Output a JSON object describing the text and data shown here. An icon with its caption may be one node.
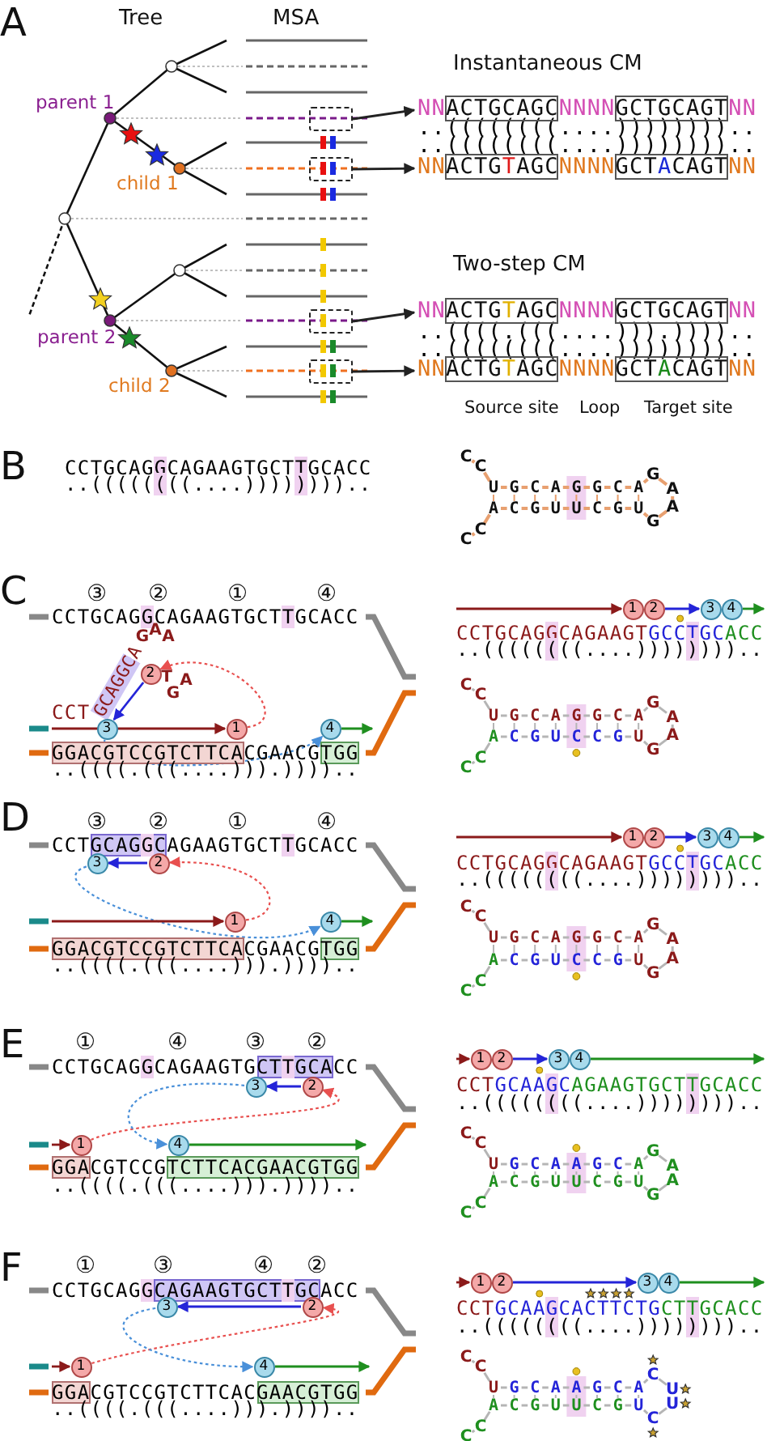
{
  "diagram": {
    "nodes": [
      {
        "text": [],
        "shape": "box"
      },
      {
        "text": [
          "NNACTGCAGCNNNNGCTGCAGTNN"
        ]
      },
      {
        "text": [],
        "shape": "box"
      },
      {
        "text": [
          "NNACTGTAGCNNNNGCTACAGTNN"
        ]
      },
      {
        "text": [],
        "shape": "box"
      },
      {
        "text": [
          "NNACTGTAGCNNNNGCTGCAGTNN"
        ]
      },
      {
        "text": [],
        "shape": "box"
      },
      {
        "text": [
          "NNACTGTAGCNNNNGCTACAGTNN"
        ]
      },
      {
        "text": [
          "2"
        ]
      },
      {
        "text": [
          "3"
        ]
      },
      {
        "text": [
          "1"
        ]
      },
      {
        "text": [
          "4"
        ]
      },
      {
        "text": [
          "1"
        ]
      },
      {
        "text": [
          "2"
        ]
      },
      {
        "text": [
          "3"
        ]
      },
      {
        "text": [
          "4"
        ]
      },
      {
        "text": [
          "3"
        ]
      },
      {
        "text": [
          "2"
        ]
      },
      {
        "text": [
          "1"
        ]
      },
      {
        "text": [
          "4"
        ]
      },
      {
        "text": [
          "1"
        ]
      },
      {
        "text": [
          "2"
        ]
      },
      {
        "text": [
          "3"
        ]
      },
      {
        "text": [
          "4"
        ]
      },
      {
        "text": [
          "3"
        ]
      },
      {
        "text": [
          "2"
        ]
      },
      {
        "text": [
          "1"
        ]
      },
      {
        "text": [
          "4"
        ]
      },
      {
        "text": [
          "1"
        ]
      },
      {
        "text": [
          "2"
        ]
      },
      {
        "text": [
          "3"
        ]
      },
      {
        "text": [
          "4"
        ]
      },
      {
        "text": [
          "3"
        ]
      },
      {
        "text": [
          "2"
        ]
      },
      {
        "text": [
          "1"
        ]
      },
      {
        "text": [
          "4"
        ]
      },
      {
        "text": [
          "1"
        ]
      },
      {
        "text": [
          "2"
        ]
      },
      {
        "text": [
          "3"
        ]
      },
      {
        "text": [
          "4"
        ]
      }
    ],
    "edges": [
      {
        "from": 0,
        "to": 1,
        "arrow": "to",
        "color": "#222222"
      },
      {
        "from": 2,
        "to": 3,
        "arrow": "to",
        "color": "#222222"
      },
      {
        "from": 4,
        "to": 5,
        "arrow": "to",
        "color": "#222222"
      },
      {
        "from": 6,
        "to": 7,
        "arrow": "to",
        "color": "#222222"
      },
      {
        "from": 10,
        "to": 8,
        "arrow": "to",
        "style": "dashed",
        "color": "#e8504f"
      },
      {
        "from": 9,
        "to": 11,
        "arrow": "to",
        "style": "dashed",
        "color": "#4a90d9"
      },
      {
        "from": 8,
        "to": 9,
        "arrow": "to",
        "color": "#2424d8"
      },
      {
        "from": 13,
        "to": 14,
        "arrow": "to",
        "color": "#2424d8"
      },
      {
        "from": 18,
        "to": 17,
        "arrow": "to",
        "style": "dashed",
        "color": "#e8504f"
      },
      {
        "from": 16,
        "to": 19,
        "arrow": "to",
        "style": "dashed",
        "color": "#4a90d9"
      },
      {
        "from": 17,
        "to": 16,
        "arrow": "to",
        "color": "#2424d8"
      },
      {
        "from": 21,
        "to": 22,
        "arrow": "to",
        "color": "#2424d8"
      },
      {
        "from": 26,
        "to": 25,
        "arrow": "to",
        "style": "dashed",
        "color": "#e8504f"
      },
      {
        "from": 24,
        "to": 27,
        "arrow": "to",
        "style": "dashed",
        "color": "#4a90d9"
      },
      {
        "from": 25,
        "to": 24,
        "arrow": "to",
        "color": "#2424d8"
      },
      {
        "from": 29,
        "to": 30,
        "arrow": "to",
        "color": "#2424d8"
      },
      {
        "from": 34,
        "to": 33,
        "arrow": "to",
        "style": "dashed",
        "color": "#e8504f"
      },
      {
        "from": 32,
        "to": 35,
        "arrow": "to",
        "style": "dashed",
        "color": "#4a90d9"
      },
      {
        "from": 33,
        "to": 32,
        "arrow": "to",
        "color": "#2424d8"
      },
      {
        "from": 37,
        "to": 38,
        "arrow": "to",
        "color": "#2424d8"
      }
    ],
    "labels": [
      "A",
      "Tree",
      "MSA",
      "Instantaneous CM",
      "parent 1",
      "..((((((((....))))))))..",
      "..((((((((....))))))))..",
      "child 1",
      "Two-step CM",
      "parent 2",
      "..((((.(((....))).))))..",
      "..((((((((....))))))))..",
      "child 2",
      "Source site",
      "Loop",
      "Target site",
      "B",
      "CCTGCAGGCAGAAGTGCTTGCACC",
      "..((((((((....))))))))..",
      "CC",
      "U G C A G G C A",
      "GAAG",
      "A C G U U C G U",
      "CC",
      "C",
      "③",
      "②",
      "①",
      "④",
      "CCTGCAGGCAGAAGTGCTTGCACC",
      "CCTGCAGGCAGAAGTGCCTGCACC",
      "..((((((((....))))))))..",
      "CCT",
      "GCAGGCA",
      "GAA",
      "TGA",
      "CC",
      "U G C A G G C A",
      "GAAG",
      "A C G U C C G U",
      "CC",
      "GGACGTCCGTCTTCACGAACGTGG",
      "..((((.(((....))).))))..",
      "D",
      "③",
      "②",
      "①",
      "④",
      "CCTGCAGGCAGAAGTGCTTGCACC",
      "CCTGCAGGCAGAAGTGCCTGCACC",
      "..((((((((....))))))))..",
      "CC",
      "U G C A G G C A",
      "GAAG",
      "A C G U C C G U",
      "CC",
      "GGACGTCCGTCTTCACGAACGTGG",
      "..((((.(((....))).))))..",
      "E",
      "①",
      "④",
      "③",
      "②",
      "CCTGCAGGCAGAAGTGCTTGCACC",
      "CCTGCAAGCAGAAGTGCTTGCACC",
      "..((((((((....))))))))..",
      "CC",
      "U G C A A G C A",
      "GAAG",
      "A C G U U C G U",
      "CC",
      "GGACGTCCGTCTTCACGAACGTGG",
      "..((((.(((....))).))))..",
      "F",
      "①",
      "③",
      "④",
      "②",
      "CCTGCAGGCAGAAGTGCTTGCACC",
      "CCTGCAAGCACTTCTGCTTGCACC",
      "..((((((((....))))))))..",
      "CC",
      "U G C A A G C A",
      "CUUC",
      "A C G U U C G U",
      "CC",
      "GGACGTCCGTCTTCACGAACGTGG",
      "..((((.(((....))).)))).."
    ]
  }
}
